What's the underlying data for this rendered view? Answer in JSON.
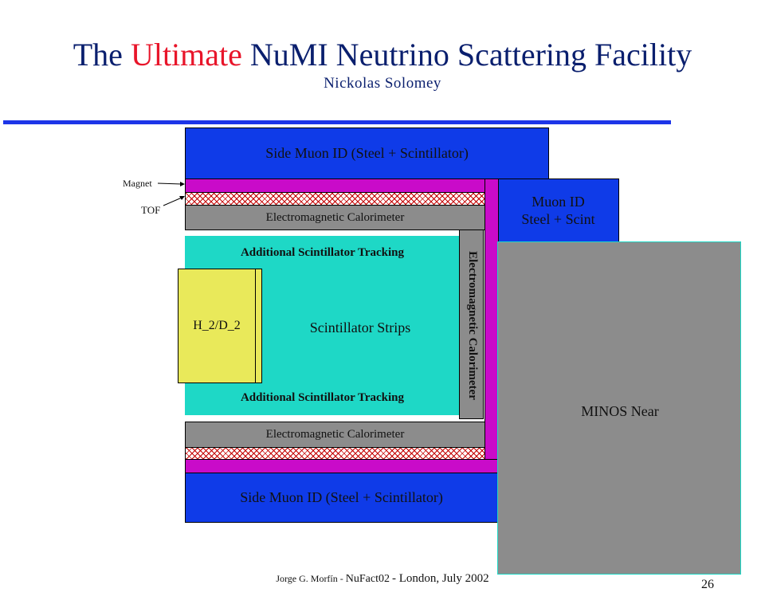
{
  "slide": {
    "title_part1": "The",
    "title_accent": "Ultimate",
    "title_part2": "NuMI Neutrino Scattering Facility",
    "subtitle": "Nickolas Solomey",
    "footer_author": "Jorge G. Morfín -",
    "footer_event": "NuFact02",
    "footer_place": "- London, July 2002",
    "page_number": "26"
  },
  "diagram": {
    "side_muon_top": "Side Muon ID (Steel + Scintillator)",
    "side_muon_bottom": "Side Muon ID (Steel + Scintillator)",
    "muon_id_line1": "Muon ID",
    "muon_id_line2": "Steel + Scint",
    "ecal_top": "Electromagnetic Calorimeter",
    "ecal_bottom": "Electromagnetic Calorimeter",
    "ecal_vertical": "Electromagnetic Calorimeter",
    "tracking_top": "Additional Scintillator Tracking",
    "tracking_bottom": "Additional Scintillator Tracking",
    "target": "H_2/D_2",
    "strips": "Scintillator Strips",
    "minos": "MINOS Near",
    "label_magnet": "Magnet",
    "label_tof": "TOF"
  },
  "colors": {
    "title": "#0a1f6e",
    "accent": "#e8152a",
    "muon_blue": "#0f3be8",
    "magnet_magenta": "#c90bc9",
    "tracker_cyan": "#1ed8c6",
    "ecal_gray": "#8c8c8c",
    "target_yellow": "#e9e95a"
  }
}
